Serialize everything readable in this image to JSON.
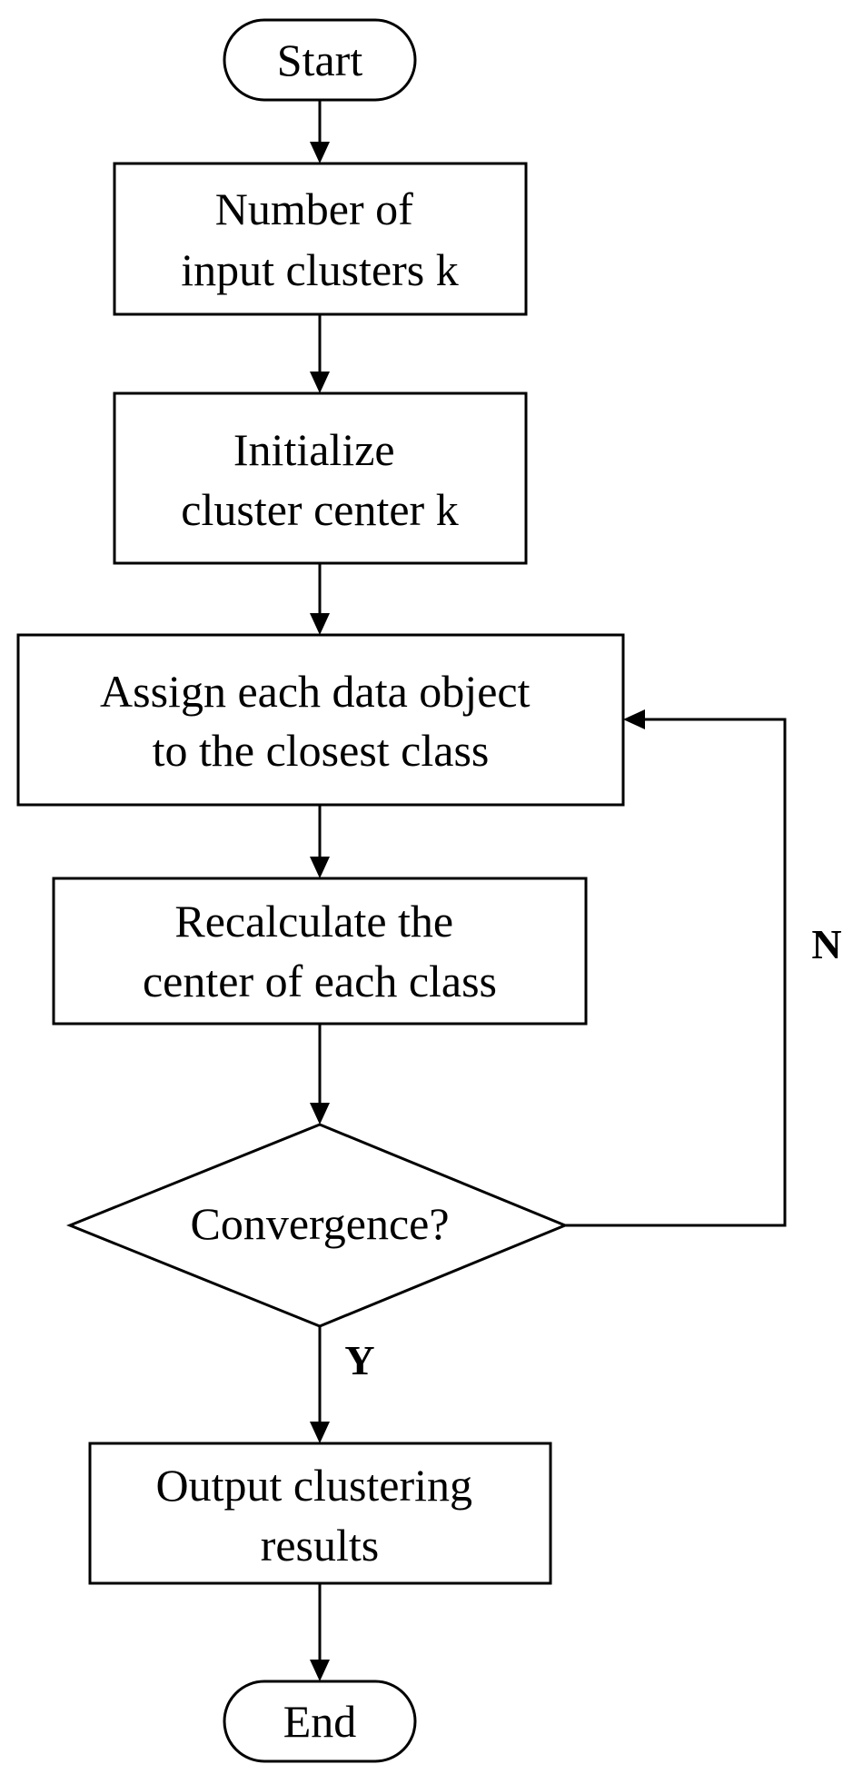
{
  "nodes": {
    "start": "Start",
    "input_k": [
      "Number of",
      "input clusters k"
    ],
    "init_center": [
      "Initialize",
      "cluster center k"
    ],
    "assign": [
      "Assign each data object",
      "to the closest class"
    ],
    "recalc": [
      "Recalculate the",
      "center of each class"
    ],
    "convergence": "Convergence?",
    "output": [
      "Output clustering",
      "results"
    ],
    "end": "End"
  },
  "edge_labels": {
    "no": "N",
    "yes": "Y"
  }
}
